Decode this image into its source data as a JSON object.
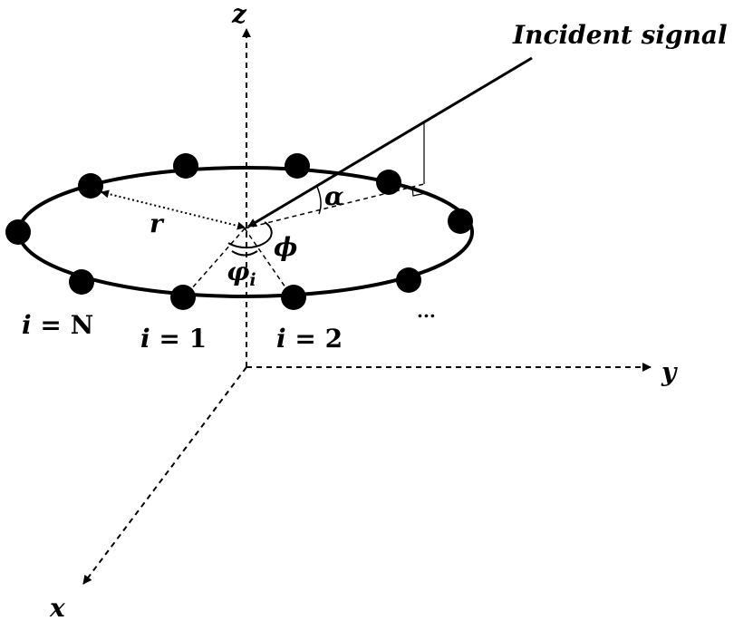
{
  "labels": {
    "z_axis": "z",
    "y_axis": "y",
    "x_axis": "x",
    "incident": "Incident signal",
    "radius": "r",
    "alpha": "α",
    "phi": "ϕ",
    "varphi": "φ",
    "varphi_sub": "i",
    "elem_N_var": "i",
    "elem_N_rest": " = N",
    "elem_1_var": "i",
    "elem_1_rest": " = 1",
    "elem_2_var": "i",
    "elem_2_rest": " = 2",
    "ellipsis": "..."
  },
  "array": {
    "element_count_shown": 10
  },
  "colors": {
    "ink": "#000000",
    "background": "#ffffff"
  }
}
